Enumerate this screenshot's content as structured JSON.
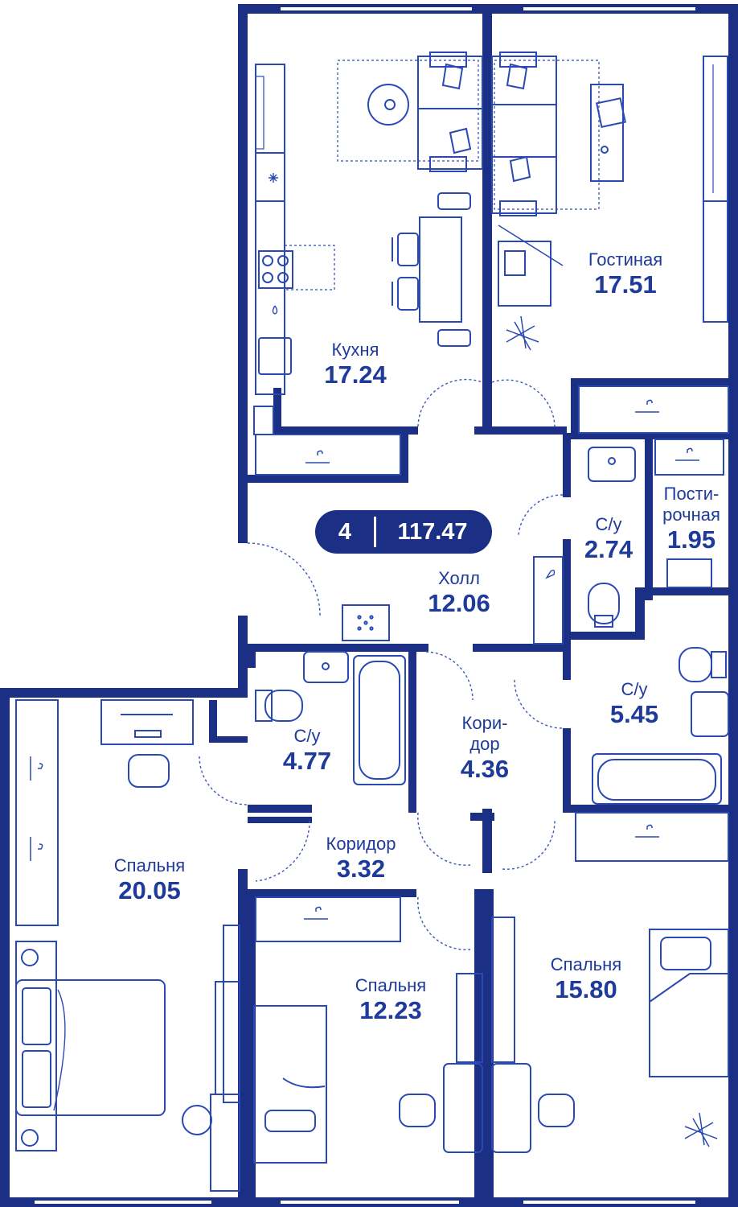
{
  "apartment": {
    "rooms": "4",
    "total_area": "117.47"
  },
  "rooms": {
    "kitchen": {
      "name": "Кухня",
      "area": "17.24"
    },
    "living": {
      "name": "Гостиная",
      "area": "17.51"
    },
    "hall": {
      "name": "Холл",
      "area": "12.06"
    },
    "bath_small": {
      "name": "С/у",
      "area": "2.74"
    },
    "pantry": {
      "name_line1": "Пости-",
      "name_line2": "рочная",
      "area": "1.95"
    },
    "bath_left": {
      "name": "С/у",
      "area": "4.77"
    },
    "corridor_mid": {
      "name_line1": "Кори-",
      "name_line2": "дор",
      "area": "4.36"
    },
    "bath_right": {
      "name": "С/у",
      "area": "5.45"
    },
    "corridor_low": {
      "name": "Коридор",
      "area": "3.32"
    },
    "bedroom_left": {
      "name": "Спальня",
      "area": "20.05"
    },
    "bedroom_mid": {
      "name": "Спальня",
      "area": "12.23"
    },
    "bedroom_right": {
      "name": "Спальня",
      "area": "15.80"
    }
  },
  "colors": {
    "wall": "#1b2f84",
    "furniture": "#2b49b4",
    "text": "#1e3a9a",
    "badge_bg": "#1b2f84"
  }
}
